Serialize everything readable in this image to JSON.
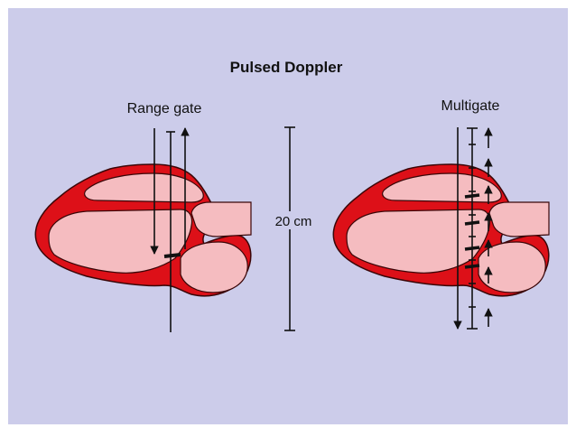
{
  "title": "Pulsed Doppler",
  "left_label": "Range gate",
  "right_label": "Multigate",
  "scale_label": "20 cm",
  "colors": {
    "background": "#ccccea",
    "frame": "#ffffff",
    "myocardium": "#dd1018",
    "chamber": "#f5bcc0",
    "outline": "#3a0608",
    "lines": "#111111"
  }
}
